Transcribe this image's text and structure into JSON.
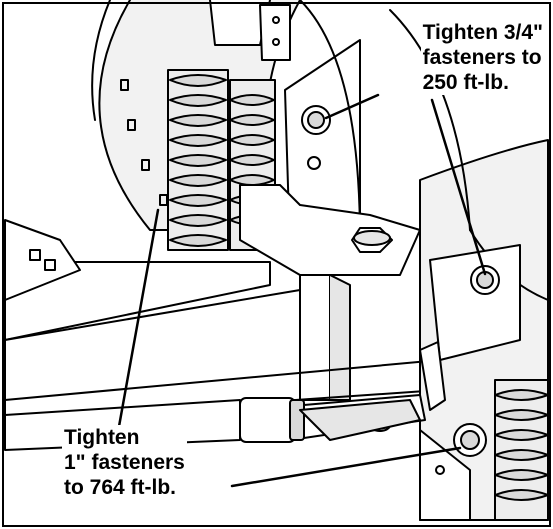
{
  "callouts": {
    "top": {
      "line1": "Tighten 3/4\"",
      "line2": "fasteners to",
      "line3": "250 ft-lb."
    },
    "bottom": {
      "line1": "Tighten",
      "line2": "1\" fasteners",
      "line3": "to 764 ft-lb."
    }
  },
  "colors": {
    "ink": "#000000",
    "background": "#ffffff",
    "shade": "#d9d9d9"
  }
}
